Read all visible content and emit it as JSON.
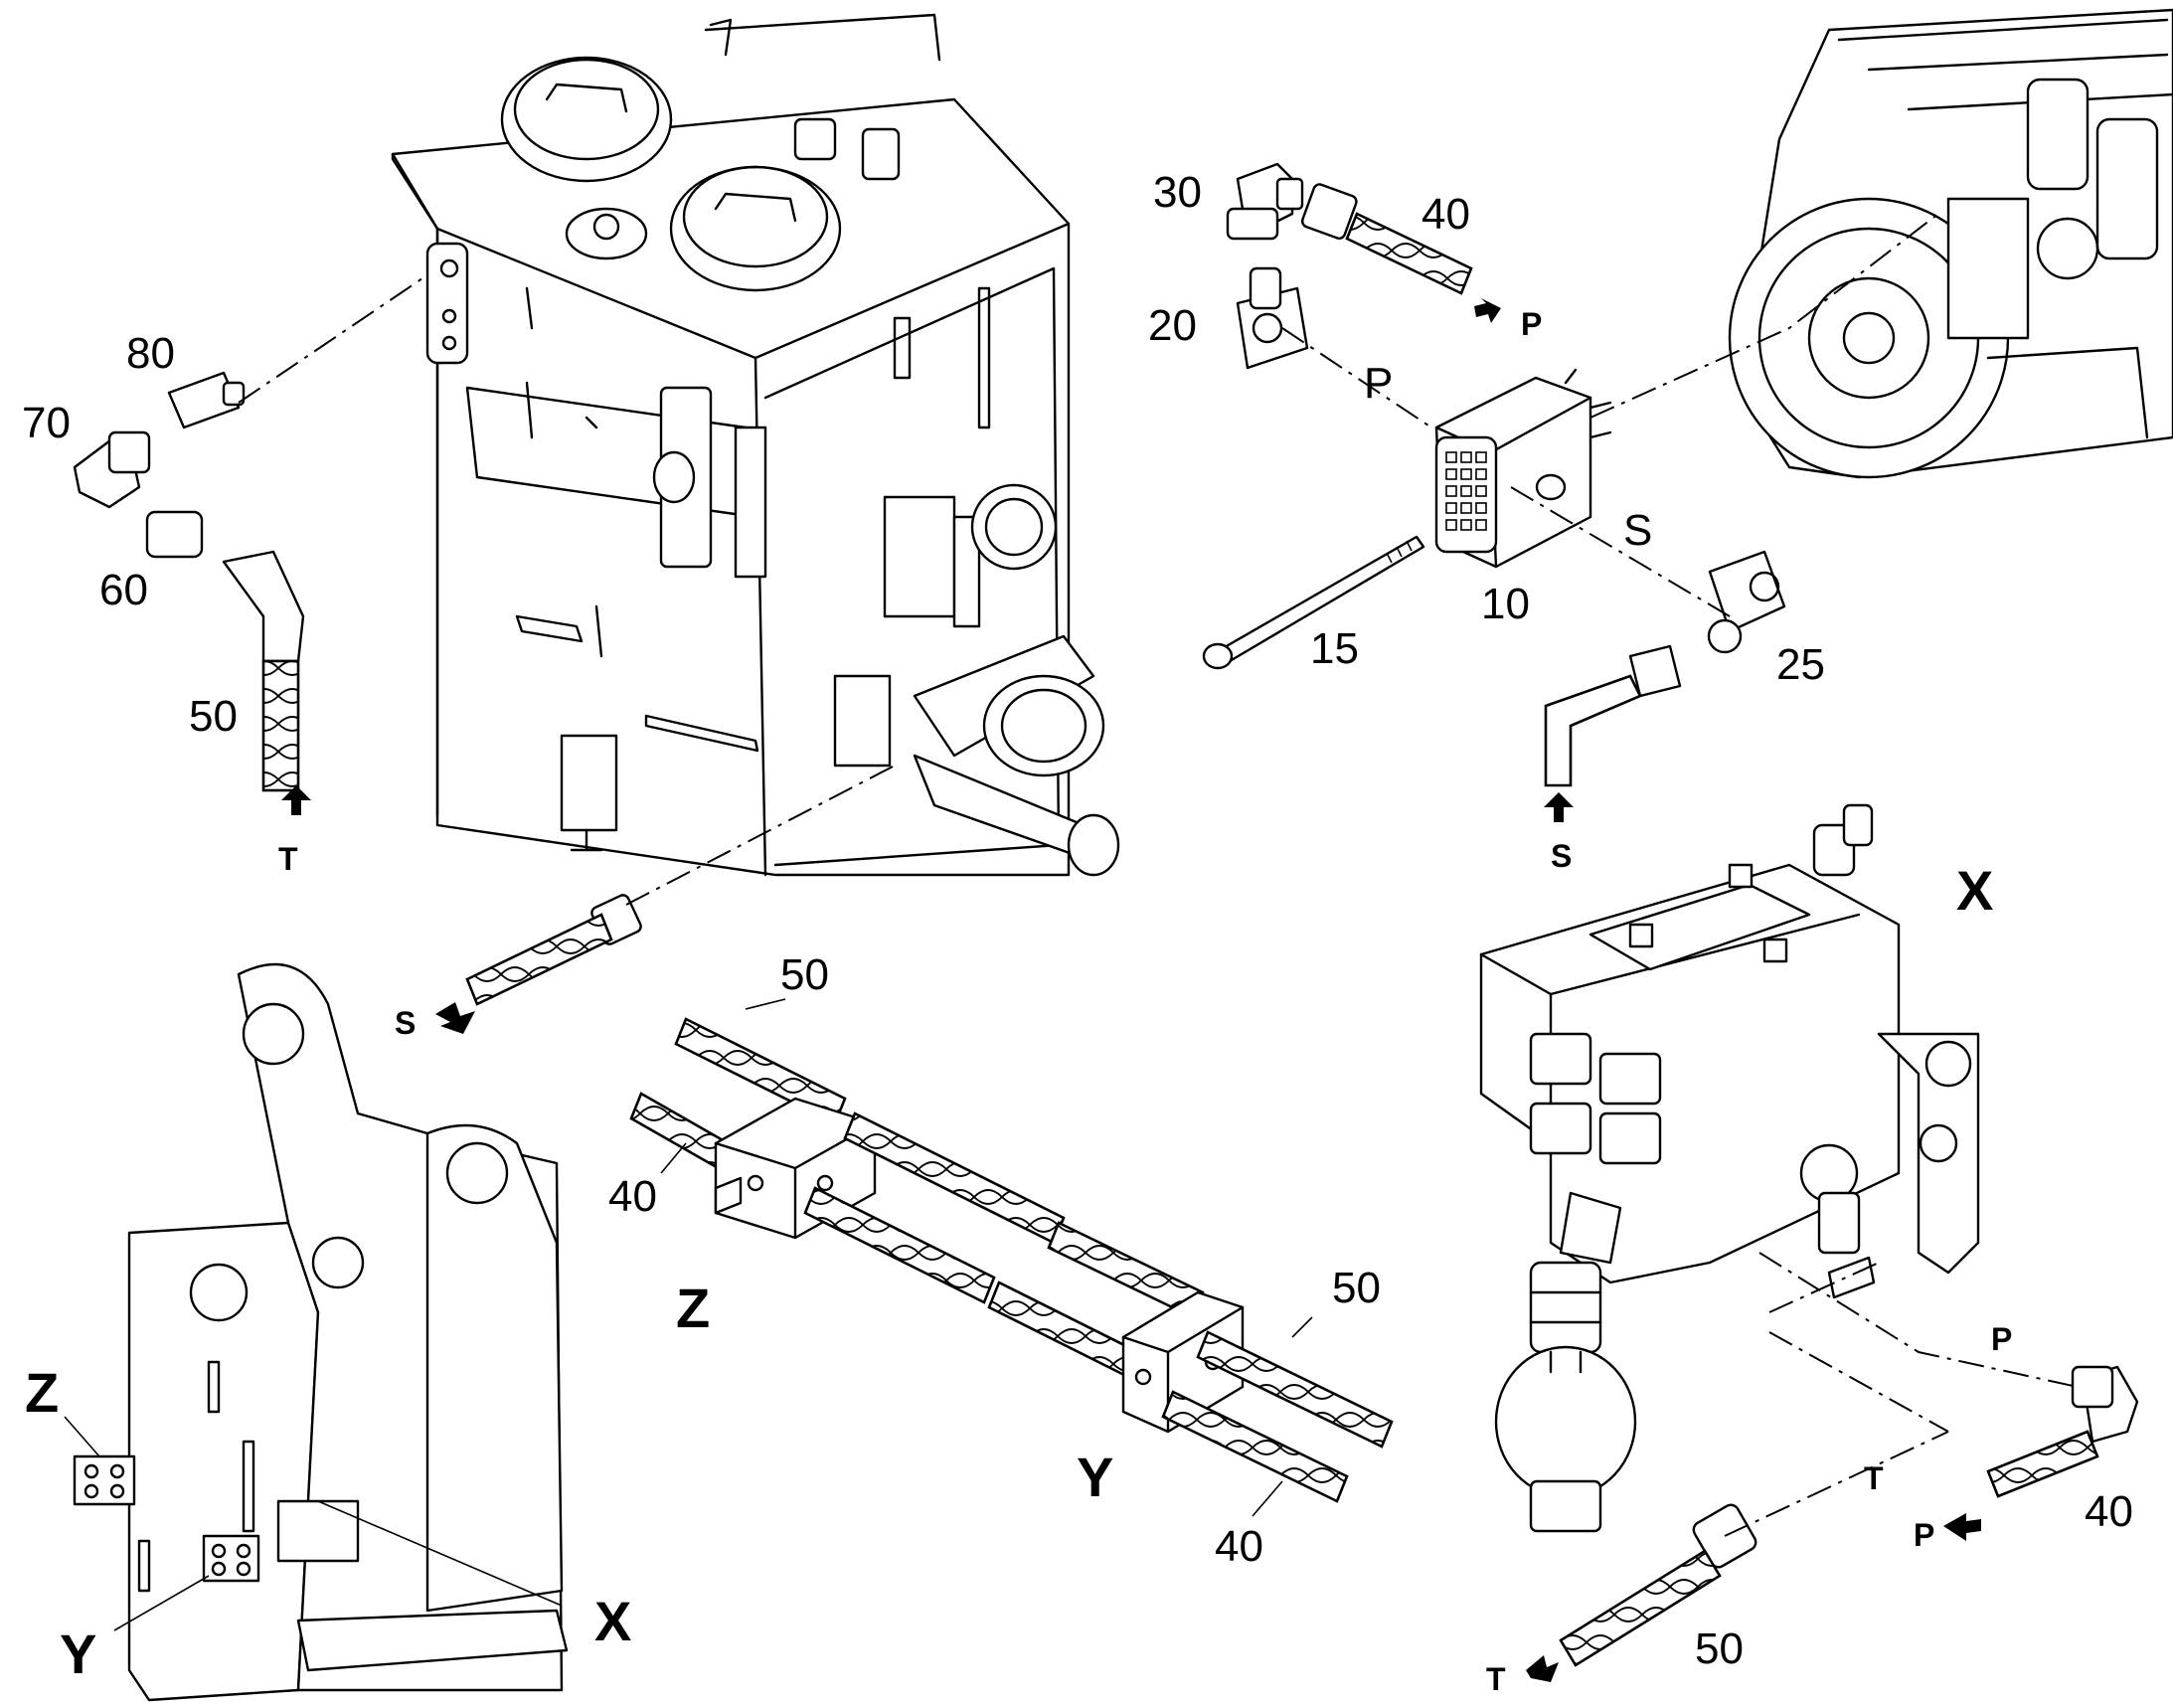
{
  "callouts": {
    "n80": "80",
    "n70": "70",
    "n60": "60",
    "n50_left": "50",
    "n30": "30",
    "n40_top": "40",
    "n20": "20",
    "n10": "10",
    "n15": "15",
    "n25": "25",
    "n50_hose_upper": "50",
    "n40_hose_upper": "40",
    "n50_hose_lower": "50",
    "n40_hose_lower": "40",
    "n40_right": "40",
    "n50_bottom": "50"
  },
  "markers": {
    "X_right": "X",
    "X_frame": "X",
    "Z_hose": "Z",
    "Z_frame": "Z",
    "Y_hose": "Y",
    "Y_frame": "Y"
  },
  "flow_labels": {
    "T_left": "T",
    "S_left": "S",
    "P_top_arrow": "P",
    "P_line": "P",
    "S_line": "S",
    "S_suction": "S",
    "P_right_line": "P",
    "T_right_line": "T",
    "P_right_arrow": "P",
    "T_bottom_arrow": "T"
  }
}
